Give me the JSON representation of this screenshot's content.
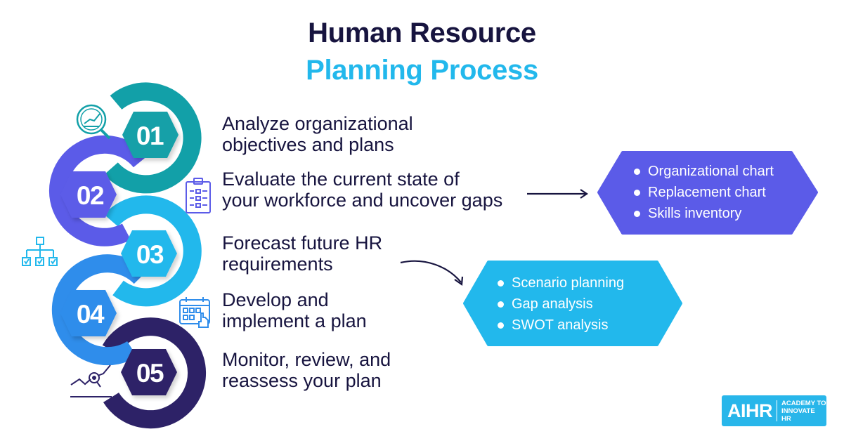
{
  "title": {
    "line1": "Human Resource",
    "line2": "Planning Process"
  },
  "colors": {
    "title_dark": "#17143f",
    "title_accent": "#22b8ec",
    "step1": "#12a0a8",
    "step2": "#5b5be8",
    "step3": "#22b8ec",
    "step4": "#2f8deb",
    "step5": "#2d2267"
  },
  "steps": [
    {
      "number": "01",
      "icon": "analytics-magnifier-icon",
      "line1": "Analyze organizational",
      "line2": "objectives and plans"
    },
    {
      "number": "02",
      "icon": "clipboard-checklist-icon",
      "line1": "Evaluate the current state of",
      "line2": "your workforce and uncover gaps"
    },
    {
      "number": "03",
      "icon": "org-chart-icon",
      "line1": "Forecast future HR",
      "line2": "requirements"
    },
    {
      "number": "04",
      "icon": "calendar-click-icon",
      "line1": "Develop and",
      "line2": "implement a plan"
    },
    {
      "number": "05",
      "icon": "trend-inspect-icon",
      "line1": "Monitor, review, and",
      "line2": "reassess your plan"
    }
  ],
  "callouts": [
    {
      "for_step": "02",
      "items": [
        "Organizational chart",
        "Replacement chart",
        "Skills inventory"
      ]
    },
    {
      "for_step": "03",
      "items": [
        "Scenario planning",
        "Gap analysis",
        "SWOT analysis"
      ]
    }
  ],
  "logo": {
    "main": "AIHR",
    "sub_line1": "ACADEMY TO",
    "sub_line2": "INNOVATE HR"
  }
}
